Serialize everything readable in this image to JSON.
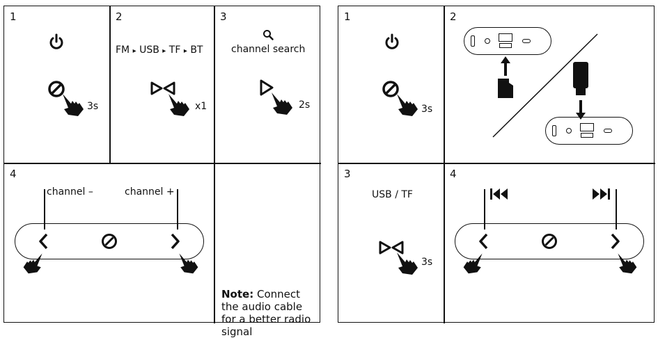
{
  "left_panel": {
    "cell_1": {
      "number": "1",
      "duration": "3s",
      "icon": "power-icon"
    },
    "cell_2": {
      "number": "2",
      "mode_sequence": [
        "FM",
        "USB",
        "TF",
        "BT"
      ],
      "separator": "▸",
      "count": "x1",
      "icon": "mode-icon"
    },
    "cell_3": {
      "number": "3",
      "label": "channel search",
      "duration": "2s",
      "icon": "play-icon"
    },
    "cell_4": {
      "number": "4",
      "prev_label": "channel –",
      "next_label": "channel +"
    },
    "note": {
      "bold": "Note:",
      "text": " Connect the audio cable for a better radio signal"
    }
  },
  "right_panel": {
    "cell_1": {
      "number": "1",
      "duration": "3s",
      "icon": "power-icon"
    },
    "cell_2": {
      "number": "2",
      "description_icons": [
        "tf-card-icon",
        "usb-stick-icon"
      ]
    },
    "cell_3": {
      "number": "3",
      "label": "USB / TF",
      "duration": "3s",
      "icon": "mode-icon"
    },
    "cell_4": {
      "number": "4",
      "prev_icon": "previous-track-icon",
      "next_icon": "next-track-icon"
    }
  }
}
